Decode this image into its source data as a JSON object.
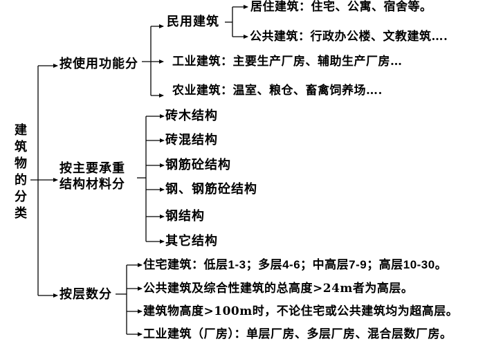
{
  "diagram": {
    "title_chars": [
      "建",
      "筑",
      "物",
      "的",
      "分",
      "类"
    ],
    "title": "建筑物的分类",
    "branches": [
      {
        "label": "按使用功能分",
        "children": [
          {
            "label": "民用建筑",
            "children": [
              {
                "label": "居住建筑：住宅、公寓、宿舍等。"
              },
              {
                "label": "公共建筑：行政办公楼、文教建筑…."
              }
            ]
          },
          {
            "label": "工业建筑：主要生产厂房、辅助生产厂房…"
          },
          {
            "label": "农业建筑：温室、粮仓、畜禽饲养场…."
          }
        ]
      },
      {
        "label_line1": "按主要承重",
        "label_line2": "结构材料分",
        "children": [
          {
            "label": "砖木结构"
          },
          {
            "label": "砖混结构"
          },
          {
            "label": "钢筋砼结构"
          },
          {
            "label": "钢、钢筋砼结构"
          },
          {
            "label": "钢结构"
          },
          {
            "label": "其它结构"
          }
        ]
      },
      {
        "label": "按层数分",
        "children": [
          {
            "parts": [
              "住宅建筑：低层",
              "1-3",
              "；多层",
              "4-6",
              "；中高层",
              "7-9",
              "；高层",
              "10-30",
              "。"
            ]
          },
          {
            "label": "公共建筑及综合性建筑的总高度>24m者为高层。"
          },
          {
            "label": "建筑物高度>100m时，不论住宅或公共建筑均为超高层。"
          },
          {
            "label": "工业建筑（厂房）：单层厂房、多层厂房、混合层数厂房。"
          }
        ]
      }
    ]
  },
  "colors": {
    "line": "#000000",
    "text": "#000000",
    "background": "#ffffff"
  }
}
